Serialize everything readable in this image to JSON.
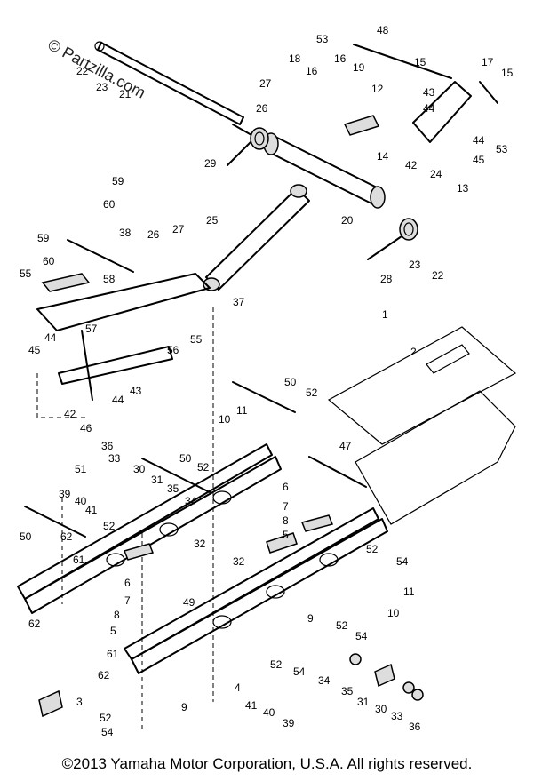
{
  "watermark": "© Partzilla.com",
  "watermark_faint": "© Partzilla.com",
  "footer": "©2013  Yamaha Motor Corporation, U.S.A. All rights reserved.",
  "callouts": [
    "53",
    "48",
    "18",
    "16",
    "16",
    "19",
    "15",
    "17",
    "15",
    "22",
    "23",
    "21",
    "27",
    "12",
    "43",
    "44",
    "26",
    "42",
    "44",
    "45",
    "53",
    "14",
    "29",
    "24",
    "13",
    "20",
    "59",
    "60",
    "25",
    "38",
    "26",
    "27",
    "59",
    "60",
    "55",
    "58",
    "23",
    "22",
    "28",
    "37",
    "44",
    "57",
    "55",
    "45",
    "56",
    "43",
    "44",
    "42",
    "46",
    "1",
    "2",
    "50",
    "52",
    "10",
    "11",
    "36",
    "33",
    "30",
    "51",
    "31",
    "35",
    "50",
    "52",
    "34",
    "47",
    "39",
    "40",
    "41",
    "32",
    "52",
    "6",
    "7",
    "8",
    "5",
    "50",
    "62",
    "52",
    "54",
    "61",
    "32",
    "62",
    "6",
    "7",
    "8",
    "5",
    "49",
    "11",
    "10",
    "52",
    "54",
    "9",
    "61",
    "52",
    "54",
    "62",
    "4",
    "34",
    "35",
    "31",
    "30",
    "33",
    "36",
    "3",
    "41",
    "40",
    "39",
    "9",
    "52",
    "54"
  ]
}
